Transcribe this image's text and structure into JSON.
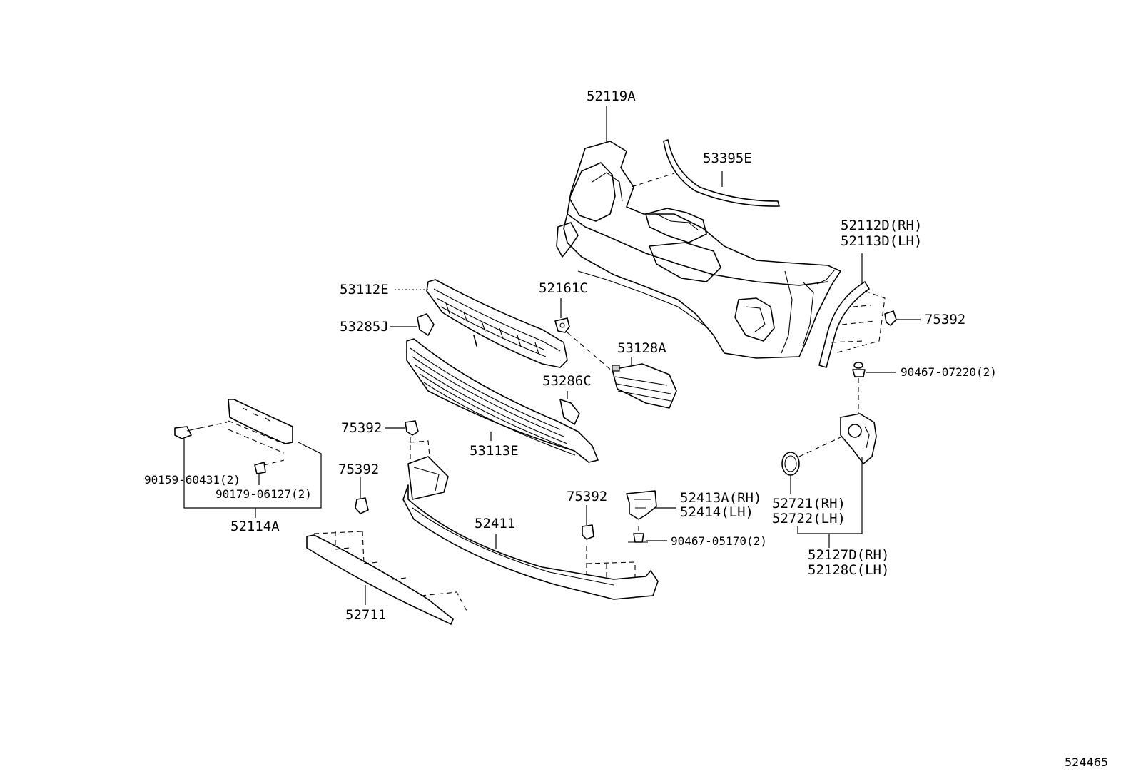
{
  "labels": {
    "p52119A": "52119A",
    "p53395E": "53395E",
    "p52112D": "52112D(RH)",
    "p52113D": "52113D(LH)",
    "p53112E": "53112E",
    "p52161C": "52161C",
    "p75392_r": "75392",
    "p53285J": "53285J",
    "p53128A": "53128A",
    "p90467_07220": "90467-07220(2)",
    "p53286C": "53286C",
    "p75392_m": "75392",
    "p53113E": "53113E",
    "p90159": "90159-60431(2)",
    "p75392_l": "75392",
    "p90179": "90179-06127(2)",
    "p52114A": "52114A",
    "p52411": "52411",
    "p75392_c": "75392",
    "p52413A": "52413A(RH)",
    "p52414": "52414(LH)",
    "p52721": "52721(RH)",
    "p52722": "52722(LH)",
    "p90467_05170": "90467-05170(2)",
    "p52127D": "52127D(RH)",
    "p52128C": "52128C(LH)",
    "p52711": "52711"
  },
  "reference_number": "524465"
}
